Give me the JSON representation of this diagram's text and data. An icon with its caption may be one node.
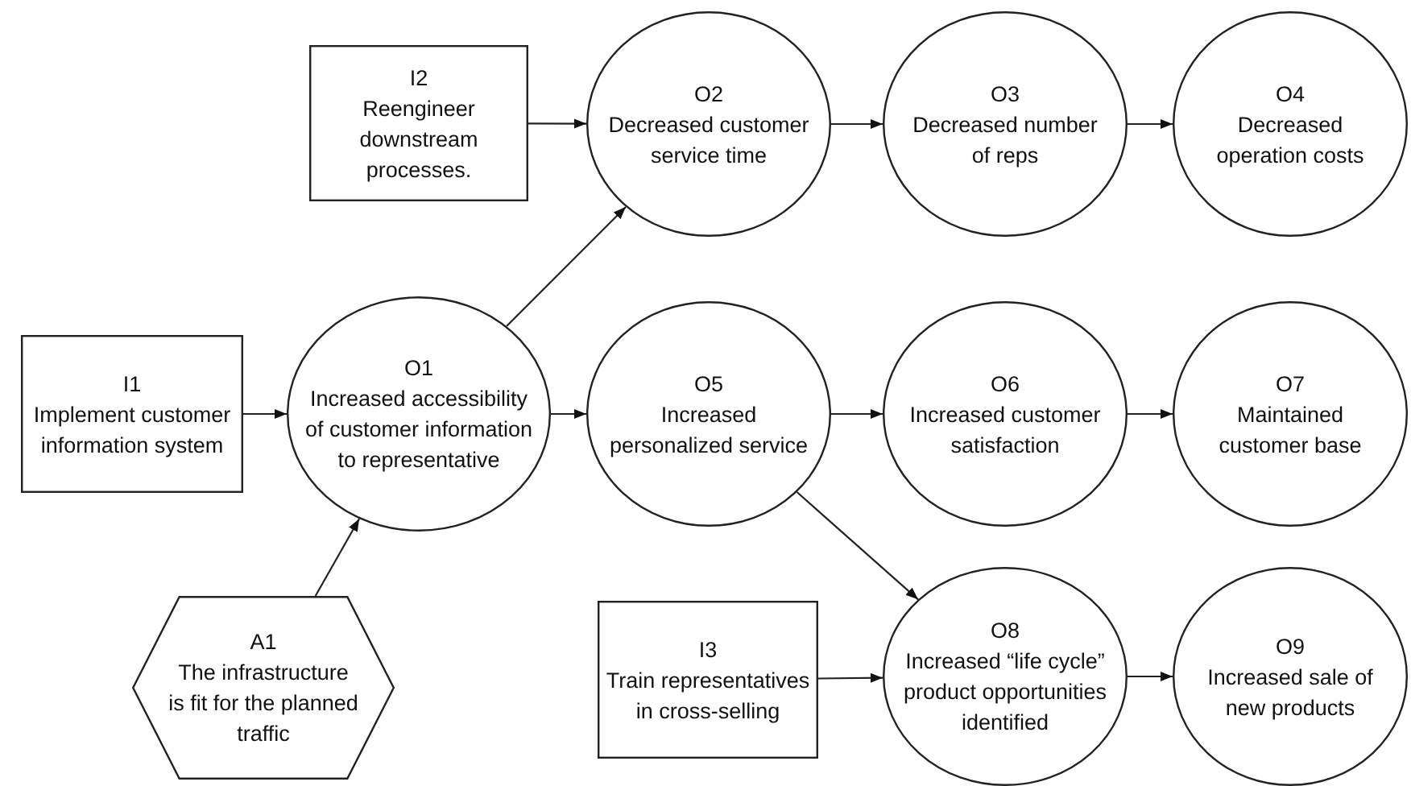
{
  "diagram": {
    "nodes": [
      {
        "text": [
          "I2",
          "Reengineer downstream processes."
        ]
      },
      {
        "text": [
          "O2",
          "Decreased customer service time"
        ]
      },
      {
        "text": [
          "O3",
          "Decreased number of reps"
        ]
      },
      {
        "text": [
          "O4",
          "Decreased operation costs"
        ]
      },
      {
        "text": [
          "I1",
          "Implement customer information system"
        ]
      },
      {
        "text": [
          "O1",
          "Increased accessibility of customer information to representative"
        ]
      },
      {
        "text": [
          "O5",
          "Increased personalized service"
        ]
      },
      {
        "text": [
          "O6",
          "Increased customer satisfaction"
        ]
      },
      {
        "text": [
          "O7",
          "Maintained customer base"
        ]
      },
      {
        "text": [
          "A1",
          "The infrastructure is fit for the planned traffic"
        ]
      },
      {
        "text": [
          "I3",
          "Train representatives in cross-selling"
        ]
      },
      {
        "text": [
          "O8",
          "Increased “life cycle” product opportunities identified"
        ]
      },
      {
        "text": [
          "O9",
          "Increased sale of new products"
        ]
      }
    ],
    "edges": [
      {
        "from": 0,
        "to": 1,
        "arrow": "to"
      },
      {
        "from": 1,
        "to": 2,
        "arrow": "to"
      },
      {
        "from": 2,
        "to": 3,
        "arrow": "to"
      },
      {
        "from": 4,
        "to": 5,
        "arrow": "to"
      },
      {
        "from": 5,
        "to": 1,
        "arrow": "to"
      },
      {
        "from": 5,
        "to": 6,
        "arrow": "to"
      },
      {
        "from": 6,
        "to": 7,
        "arrow": "to"
      },
      {
        "from": 7,
        "to": 8,
        "arrow": "to"
      },
      {
        "from": 9,
        "to": 5,
        "arrow": "to"
      },
      {
        "from": 6,
        "to": 11,
        "arrow": "to"
      },
      {
        "from": 10,
        "to": 11,
        "arrow": "to"
      },
      {
        "from": 11,
        "to": 12,
        "arrow": "to"
      }
    ]
  }
}
